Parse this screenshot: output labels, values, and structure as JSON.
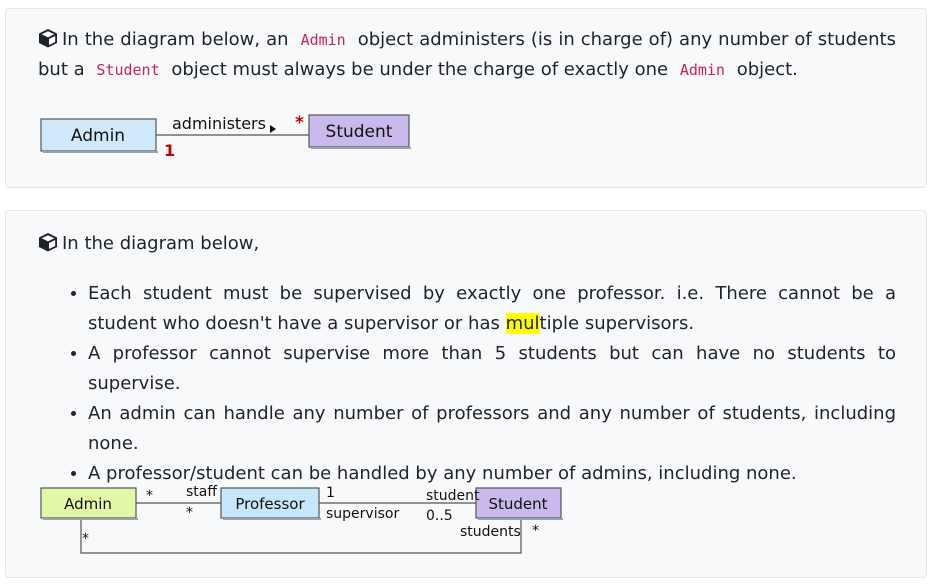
{
  "card1": {
    "intro_1": "In the diagram below, an",
    "code_admin": "Admin",
    "intro_2": "object administers (is in charge of) any number of students but a",
    "code_student": "Student",
    "intro_3": "object must always be under the charge of exactly one",
    "code_admin_2": "Admin",
    "intro_4": "object.",
    "diagram": {
      "class_admin": "Admin",
      "class_student": "Student",
      "association_label": "administers",
      "mult_student": "*",
      "mult_admin": "1"
    }
  },
  "card2": {
    "intro": "In the diagram below,",
    "bullets": [
      {
        "part1": "Each student must be supervised by exactly one professor. i.e. There cannot be a student who doesn't have a supervisor or has ",
        "highlight": "mul",
        "part2": "tiple supervisors."
      },
      {
        "text": "A professor cannot supervise more than 5 students but can have no students to supervise."
      },
      {
        "text": "An admin can handle any number of professors and any number of students, including none."
      },
      {
        "text": "A professor/student can be handled by any number of admins, including none."
      }
    ],
    "diagram": {
      "class_admin": "Admin",
      "class_professor": "Professor",
      "class_student": "Student",
      "role_staff": "staff",
      "mult_admin_staff": "*",
      "mult_professor_staff": "*",
      "mult_professor_supervisor": "1",
      "role_supervisor": "supervisor",
      "role_student": "student",
      "mult_student_supervised": "0..5",
      "role_students": "students",
      "mult_students": "*",
      "mult_admin_students": "*"
    }
  },
  "colors": {
    "code_text": "#c7254e",
    "admin_box_1": "#cfe9fb",
    "student_box": "#c9b9ec",
    "admin_box_2": "#e2f7a8",
    "professor_box": "#c6e7fb",
    "multiplicity_red": "#c00000",
    "highlight": "#ffff00"
  }
}
